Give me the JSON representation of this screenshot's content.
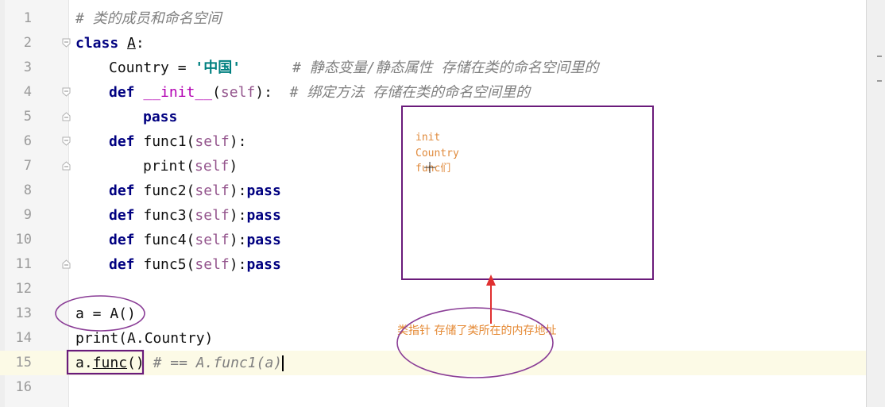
{
  "lines": [
    {
      "num": "1",
      "comment": "# 类的成员和命名空间"
    },
    {
      "num": "2",
      "kw": "class",
      "name": "A",
      "colon": ":"
    },
    {
      "num": "3",
      "var": "Country",
      "eq": " = ",
      "str": "'中国'",
      "comment": "# 静态变量/静态属性 存储在类的命名空间里的"
    },
    {
      "num": "4",
      "kw": "def",
      "name": "__init__",
      "lp": "(",
      "self": "self",
      "rp": "):",
      "comment": "# 绑定方法 存储在类的命名空间里的"
    },
    {
      "num": "5",
      "kw": "pass"
    },
    {
      "num": "6",
      "kw": "def",
      "name": "func1",
      "lp": "(",
      "self": "self",
      "rp": "):"
    },
    {
      "num": "7",
      "fn": "print",
      "lp": "(",
      "self": "self",
      "rp": ")"
    },
    {
      "num": "8",
      "kw": "def",
      "name": "func2",
      "lp": "(",
      "self": "self",
      "rp": "):",
      "kw2": "pass"
    },
    {
      "num": "9",
      "kw": "def",
      "name": "func3",
      "lp": "(",
      "self": "self",
      "rp": "):",
      "kw2": "pass"
    },
    {
      "num": "10",
      "kw": "def",
      "name": "func4",
      "lp": "(",
      "self": "self",
      "rp": "):",
      "kw2": "pass"
    },
    {
      "num": "11",
      "kw": "def",
      "name": "func5",
      "lp": "(",
      "self": "self",
      "rp": "):",
      "kw2": "pass"
    },
    {
      "num": "12"
    },
    {
      "num": "13",
      "text": "a = A()"
    },
    {
      "num": "14",
      "text": "print(A.Country)"
    },
    {
      "num": "15",
      "pre": "a.",
      "name": "func",
      "call": "()",
      "comment": " # == A.func1(a)"
    },
    {
      "num": "16"
    }
  ],
  "annotation": {
    "namespace_items": [
      "init",
      "Country",
      "func们"
    ],
    "pointer_label": "类指针 存储了类所在的内存地址"
  },
  "colors": {
    "box": "#6a1b7a",
    "ellipse": "#8a3d96",
    "arrow": "#e03030",
    "note": "#e08a3c"
  }
}
